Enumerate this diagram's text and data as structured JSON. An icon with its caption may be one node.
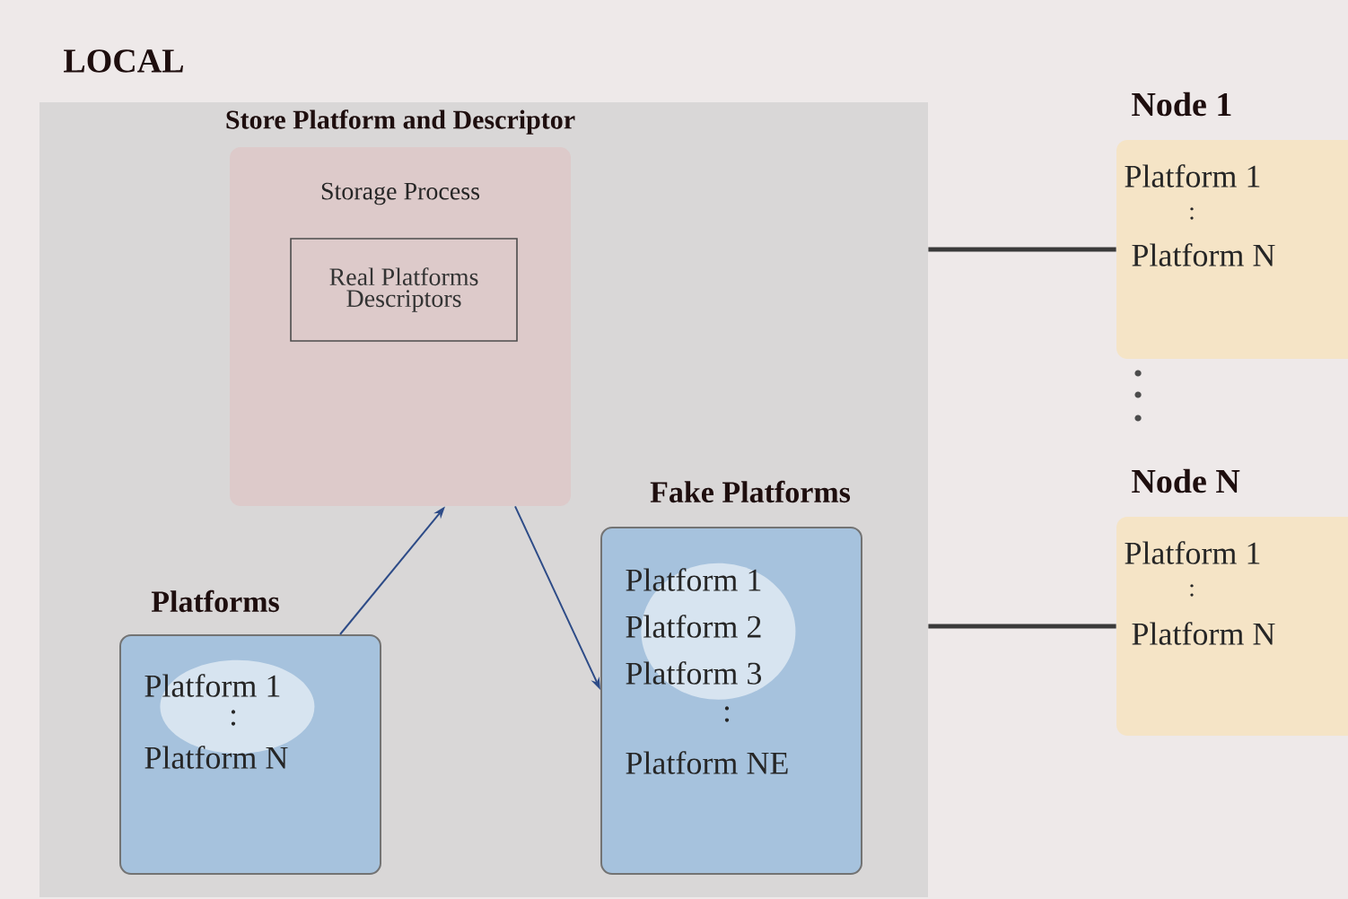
{
  "diagram": {
    "nodes": [
      {
        "text": [
          "LOCAL"
        ]
      },
      {
        "text": [
          "Store Platform and Descriptor",
          "Storage Process"
        ],
        "in": 0
      },
      {
        "text": [
          "Real Platforms Descriptors"
        ],
        "in": 1
      },
      {
        "text": [
          "Platforms",
          "Platform 1",
          ":",
          "Platform N"
        ],
        "in": 0
      },
      {
        "text": [
          "Fake Platforms",
          "Platform 1",
          "Platform 2",
          "Platform 3",
          ":",
          "Platform NE"
        ],
        "in": 0
      },
      {
        "text": [
          "Node 1",
          "Platform 1",
          ":",
          "Platform N"
        ]
      },
      {
        "text": [
          "Node N",
          "Platform 1",
          ":",
          "Platform N"
        ]
      }
    ],
    "edges": [
      {
        "from": 3,
        "to": 1,
        "arrow": "to"
      },
      {
        "from": 1,
        "to": 4,
        "arrow": "to"
      },
      {
        "from": 0,
        "to": 5,
        "arrow": "none",
        "style": "thick",
        "color": "#3a3a3a"
      },
      {
        "from": 0,
        "to": 6,
        "arrow": "none",
        "style": "thick",
        "color": "#3a3a3a"
      }
    ]
  }
}
